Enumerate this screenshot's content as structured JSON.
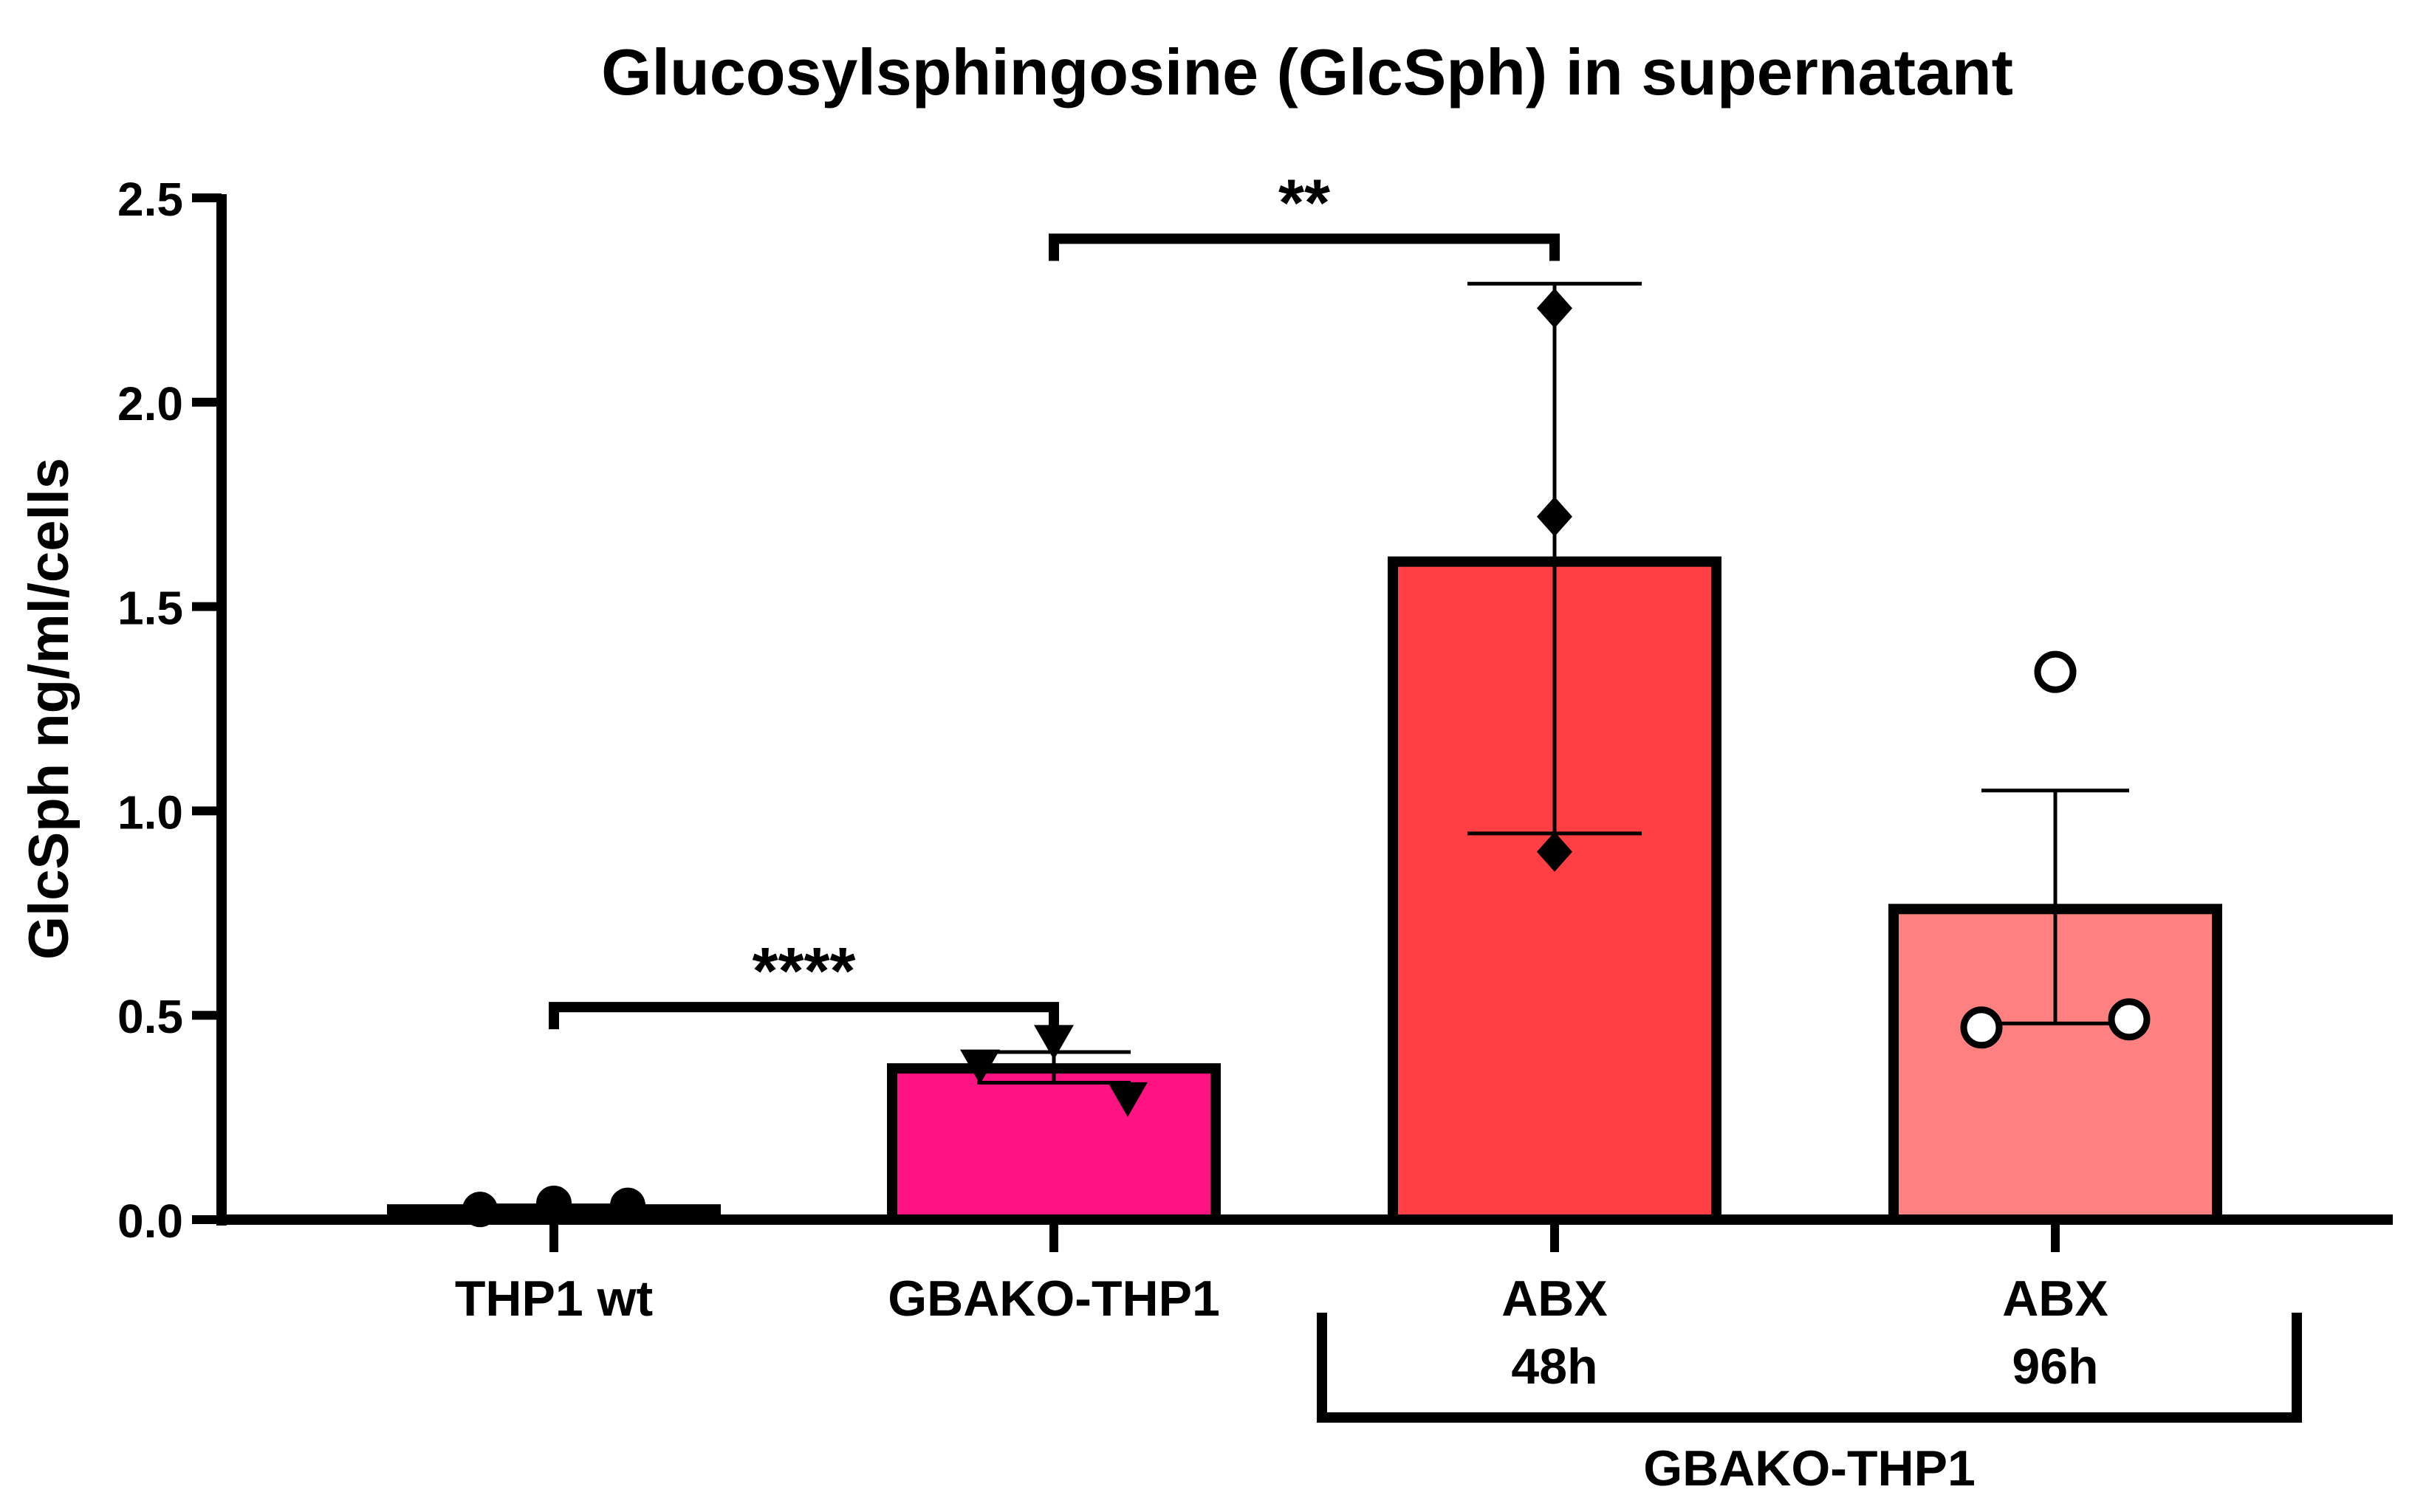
{
  "chart_data": {
    "type": "bar",
    "title": "Glucosylsphingosine (GlcSph) in supernatant",
    "xlabel": "",
    "ylabel": "GlcSph ng/ml/cells",
    "ylim": [
      0,
      2.5
    ],
    "yticks": [
      {
        "value": 0.0,
        "label": "0.0"
      },
      {
        "value": 0.5,
        "label": "0.5"
      },
      {
        "value": 1.0,
        "label": "1.0"
      },
      {
        "value": 1.5,
        "label": "1.5"
      },
      {
        "value": 2.0,
        "label": "2.0"
      },
      {
        "value": 2.5,
        "label": "2.5"
      }
    ],
    "categories": [
      {
        "lines": [
          "THP1 wt"
        ]
      },
      {
        "lines": [
          "GBAKO-THP1"
        ]
      },
      {
        "lines": [
          "ABX",
          "48h"
        ]
      },
      {
        "lines": [
          "ABX",
          "96h"
        ]
      }
    ],
    "values": [
      0.025,
      0.37,
      1.61,
      0.76
    ],
    "error_upper": [
      0.035,
      0.41,
      2.29,
      1.05
    ],
    "error_lower": [
      0.02,
      0.335,
      0.945,
      0.48
    ],
    "bar_colors": [
      "#000000",
      "#ff1281",
      "#ff3f44",
      "#ff8080"
    ],
    "points": [
      {
        "marker": "circle-filled",
        "values": [
          0.025,
          0.04,
          0.035
        ]
      },
      {
        "marker": "triangle-down",
        "values": [
          0.44,
          0.38,
          0.3
        ]
      },
      {
        "marker": "diamond",
        "values": [
          2.23,
          1.72,
          0.9
        ]
      },
      {
        "marker": "circle-open",
        "values": [
          1.34,
          0.47,
          0.49
        ]
      }
    ],
    "significance": [
      {
        "from": 0,
        "to": 1,
        "label": "****",
        "value": 0.52
      },
      {
        "from": 1,
        "to": 2,
        "label": "**",
        "value": 2.4
      }
    ],
    "group_label": {
      "from": 2,
      "to": 3,
      "label": "GBAKO-THP1"
    },
    "grid": false,
    "legend": "none"
  }
}
